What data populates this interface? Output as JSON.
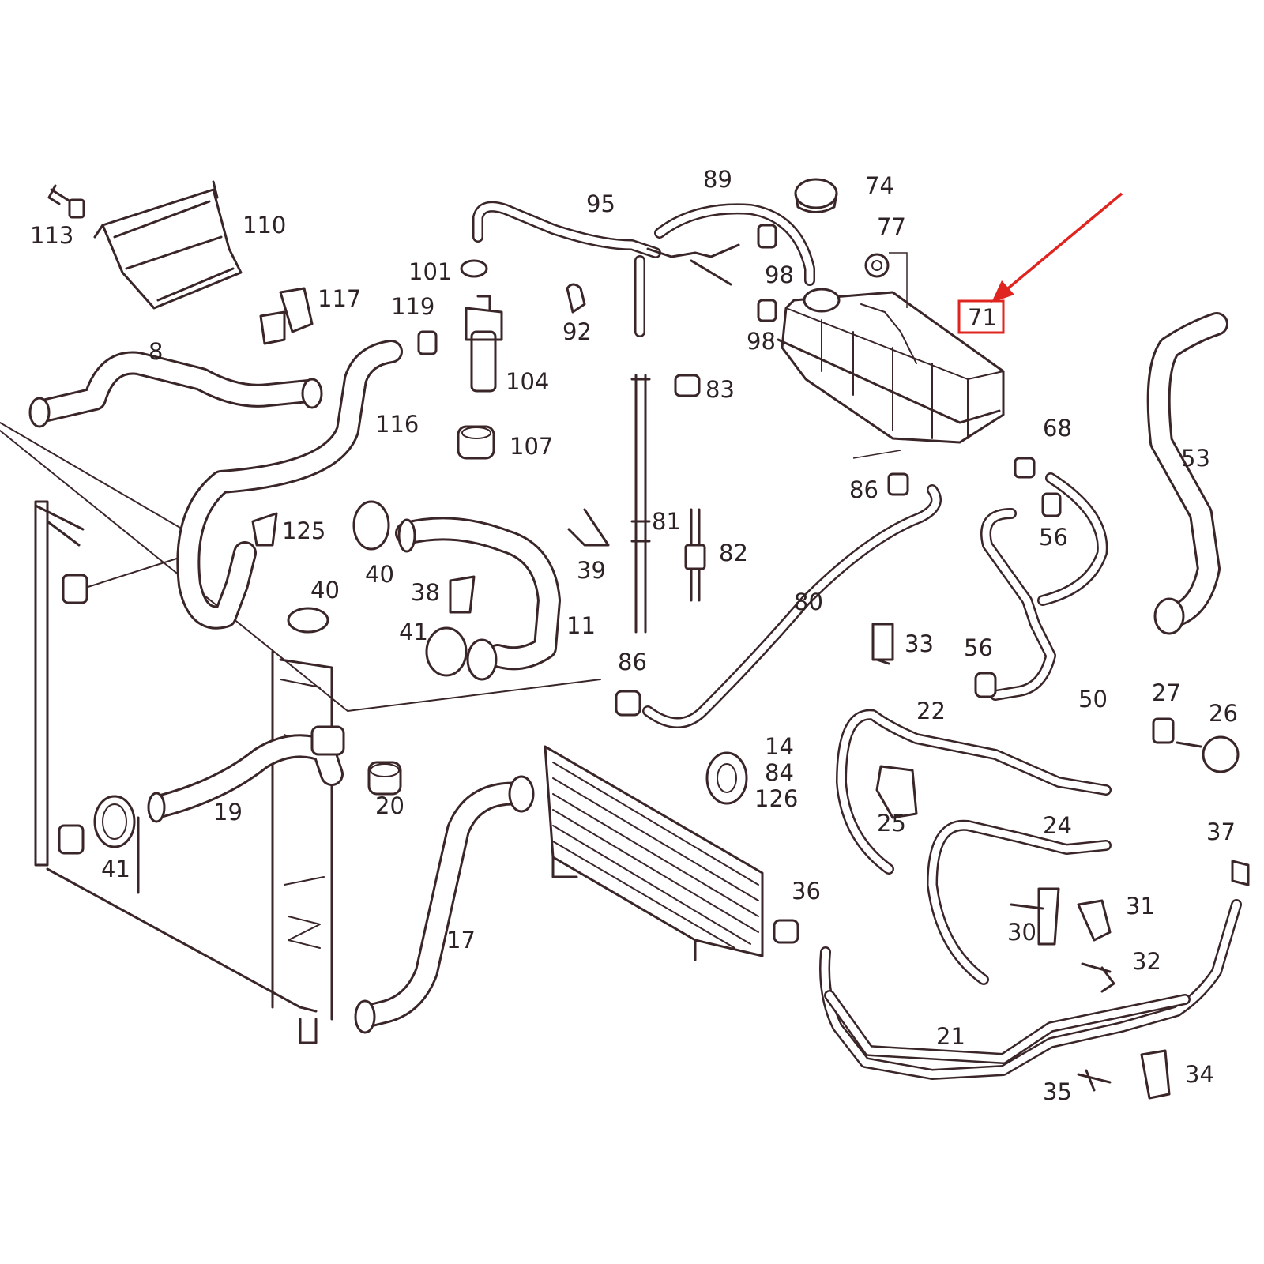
{
  "highlight": {
    "part_number": "71",
    "color": "#e0241f"
  },
  "labels": {
    "p113": "113",
    "p110": "110",
    "p117": "117",
    "p8": "8",
    "p95": "95",
    "p89": "89",
    "p74": "74",
    "p77": "77",
    "p101": "101",
    "p119": "119",
    "p92": "92",
    "p98a": "98",
    "p98b": "98",
    "p104": "104",
    "p83": "83",
    "p116": "116",
    "p107": "107",
    "p68": "68",
    "p53": "53",
    "p86a": "86",
    "p125": "125",
    "p40a": "40",
    "p39": "39",
    "p81": "81",
    "p82": "82",
    "p56a": "56",
    "p38": "38",
    "p80": "80",
    "p40b": "40",
    "p41a": "41",
    "p11": "11",
    "p33": "33",
    "p56b": "56",
    "p86b": "86",
    "p50": "50",
    "p27": "27",
    "p26": "26",
    "p22": "22",
    "p14": "14",
    "p84": "84",
    "p126": "126",
    "p20": "20",
    "p19": "19",
    "p25": "25",
    "p24": "24",
    "p41b": "41",
    "p37": "37",
    "p36": "36",
    "p31": "31",
    "p30": "30",
    "p17": "17",
    "p32": "32",
    "p21": "21",
    "p34": "34",
    "p35": "35"
  },
  "icons": {
    "arrow": "red-pointer-arrow"
  }
}
